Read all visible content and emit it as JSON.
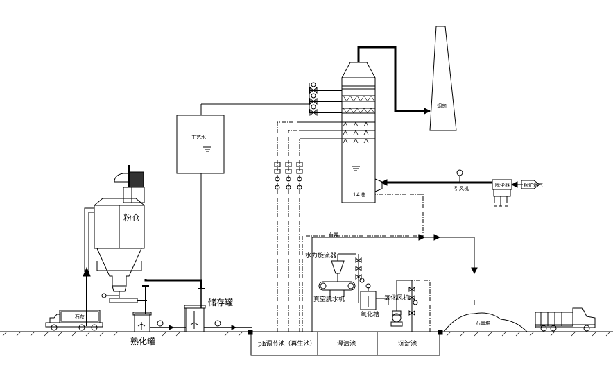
{
  "labels": {
    "powder_silo": "粉仓",
    "process_water": "工艺水",
    "storage_tank": "储存罐",
    "slaking_tank": "熟化罐",
    "tower": "1#塔",
    "chimney": "烟囱",
    "induced_fan": "引风机",
    "dust_collector": "除尘器",
    "boiler_flue_gas": "锅炉烟气",
    "gypsum_pipe": "石膏",
    "hydrocyclone": "水力旋流器",
    "vacuum_belt_filter": "真空脱水机",
    "oxidation_fan": "氧化风机",
    "oxidation_tank": "氧化槽",
    "ph_tank": "ph调节池（再生池）",
    "clarifier": "澄清池",
    "settling_tank": "沉淀池",
    "gypsum_pile": "石膏堆",
    "lime_truck": "石灰"
  },
  "colors": {
    "line": "#000000",
    "background": "#ffffff"
  }
}
